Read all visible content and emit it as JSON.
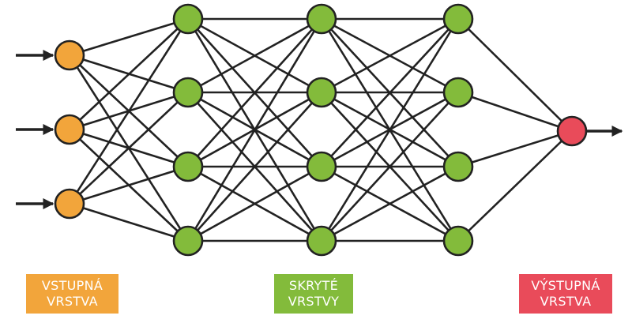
{
  "colors": {
    "input": "#f2a53b",
    "hidden": "#83bb3b",
    "output": "#e94b5a",
    "edge": "#222222",
    "label_text": "#ffffff"
  },
  "network": {
    "layers": [
      {
        "role": "input",
        "neurons": 3
      },
      {
        "role": "hidden",
        "neurons": 4
      },
      {
        "role": "hidden",
        "neurons": 4
      },
      {
        "role": "hidden",
        "neurons": 4
      },
      {
        "role": "output",
        "neurons": 1
      }
    ],
    "input_arrows": 3,
    "output_arrows": 1
  },
  "labels": {
    "input": {
      "line1": "VSTUPNÁ",
      "line2": "VRSTVA"
    },
    "hidden": {
      "line1": "SKRYTÉ",
      "line2": "VRSTVY"
    },
    "output": {
      "line1": "VÝSTUPNÁ",
      "line2": "VRSTVA"
    }
  }
}
